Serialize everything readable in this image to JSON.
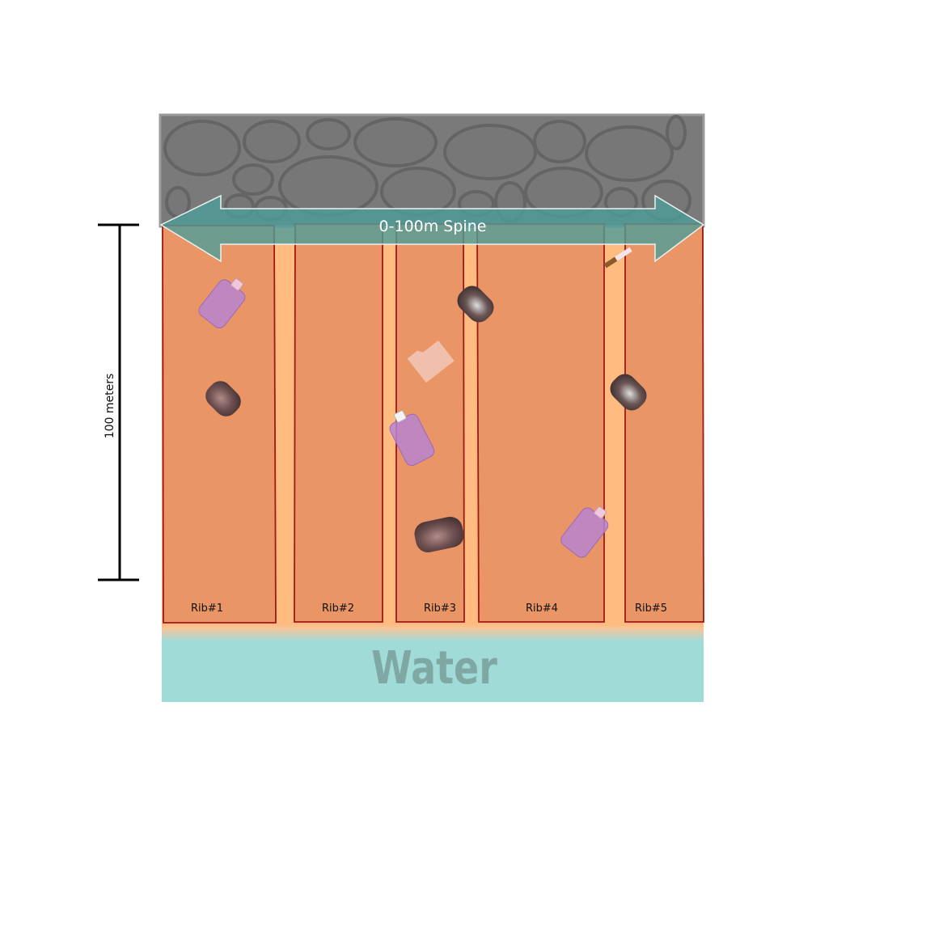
{
  "spine": {
    "label": "0-100m Spine"
  },
  "scale": {
    "label": "100 meters"
  },
  "water": {
    "label": "Water"
  },
  "ribs": [
    {
      "label": "Rib#1"
    },
    {
      "label": "Rib#2"
    },
    {
      "label": "Rib#3"
    },
    {
      "label": "Rib#4"
    },
    {
      "label": "Rib#5"
    }
  ],
  "debris": [
    {
      "type": "bottle",
      "rib": "Rib#1"
    },
    {
      "type": "rock",
      "rib": "Rib#1"
    },
    {
      "type": "bottle",
      "rib": "Rib#3"
    },
    {
      "type": "rock",
      "rib": "Rib#3"
    },
    {
      "type": "rock",
      "rib": "Rib#3"
    },
    {
      "type": "paper",
      "rib": "Rib#3"
    },
    {
      "type": "bottle",
      "rib": "Rib#4"
    },
    {
      "type": "cigarette",
      "rib": "Rib#5"
    },
    {
      "type": "rock",
      "rib": "Rib#5"
    }
  ],
  "colors": {
    "sand": "#ffbb80",
    "rib_fill": "#e99565",
    "rib_stroke": "#a01818",
    "rocks": "#7a7a7a",
    "spine_arrow": "#4e9e98",
    "water": "#a0dbd8"
  }
}
